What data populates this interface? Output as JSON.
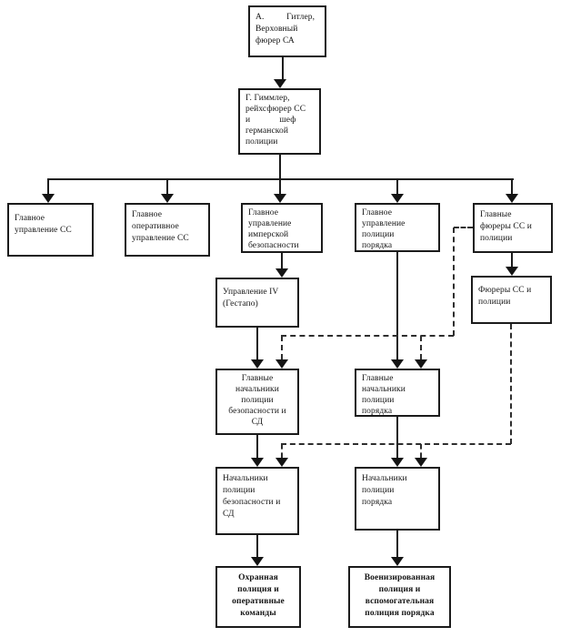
{
  "colors": {
    "ink": "#1b1b1b",
    "paper": "#ffffff"
  },
  "nodes": {
    "hitler": {
      "text": "А.          Гитлер,\nВерховный\nфюрер СА"
    },
    "himmler": {
      "text": "Г. Гиммлер,\nрейхсфюрер СС\nи             шеф\nгерманской\nполиции"
    },
    "ss_main_office": {
      "text": "Главное\nуправление СС"
    },
    "ss_operational_main_office": {
      "text": "Главное\nоперативное\nуправление СС"
    },
    "reich_security_main_office": {
      "text": "Главное\nуправление\nимперской\nбезопасности"
    },
    "order_police_main_office": {
      "text": "Главное\nуправление\nполиции\nпорядка"
    },
    "higher_ss_police_leaders": {
      "text": "Главные\nфюреры СС и\nполиции"
    },
    "department_iv_gestapo": {
      "text": "Управление IV\n(Гестапо)"
    },
    "ss_police_leaders": {
      "text": "Фюреры СС и\nполиции"
    },
    "chief_heads_security_police_sd": {
      "text": "Главные\nначальники\nполиции\nбезопасности и\nСД"
    },
    "chief_heads_order_police": {
      "text": "Главные\nначальники\nполиции\nпорядка"
    },
    "heads_security_police_sd": {
      "text": "Начальники\nполиции\nбезопасности и\nСД"
    },
    "heads_order_police": {
      "text": "Начальники\nполиции\nпорядка"
    },
    "protection_police_squads": {
      "text": "Охранная\nполиция и\nоперативные\nкоманды"
    },
    "militarized_auxiliary_police": {
      "text": "Военизированная\nполиция и\nвспомогательная\nполиция порядка"
    }
  }
}
